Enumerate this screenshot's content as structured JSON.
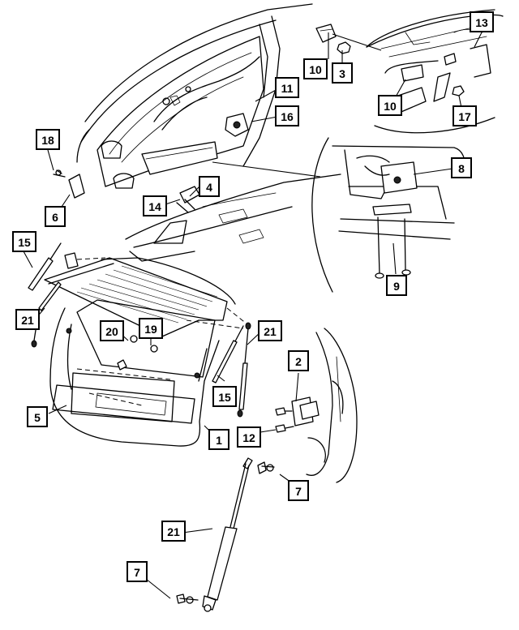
{
  "callouts": [
    {
      "id": "c1",
      "label": "1"
    },
    {
      "id": "c2",
      "label": "2"
    },
    {
      "id": "c3",
      "label": "3"
    },
    {
      "id": "c4",
      "label": "4"
    },
    {
      "id": "c5",
      "label": "5"
    },
    {
      "id": "c6",
      "label": "6"
    },
    {
      "id": "c7a",
      "label": "7"
    },
    {
      "id": "c7b",
      "label": "7"
    },
    {
      "id": "c8",
      "label": "8"
    },
    {
      "id": "c9",
      "label": "9"
    },
    {
      "id": "c10a",
      "label": "10"
    },
    {
      "id": "c10b",
      "label": "10"
    },
    {
      "id": "c11",
      "label": "11"
    },
    {
      "id": "c12",
      "label": "12"
    },
    {
      "id": "c13",
      "label": "13"
    },
    {
      "id": "c14",
      "label": "14"
    },
    {
      "id": "c15a",
      "label": "15"
    },
    {
      "id": "c15b",
      "label": "15"
    },
    {
      "id": "c16",
      "label": "16"
    },
    {
      "id": "c17",
      "label": "17"
    },
    {
      "id": "c18",
      "label": "18"
    },
    {
      "id": "c19",
      "label": "19"
    },
    {
      "id": "c20",
      "label": "20"
    },
    {
      "id": "c21a",
      "label": "21"
    },
    {
      "id": "c21b",
      "label": "21"
    },
    {
      "id": "c21c",
      "label": "21"
    }
  ]
}
